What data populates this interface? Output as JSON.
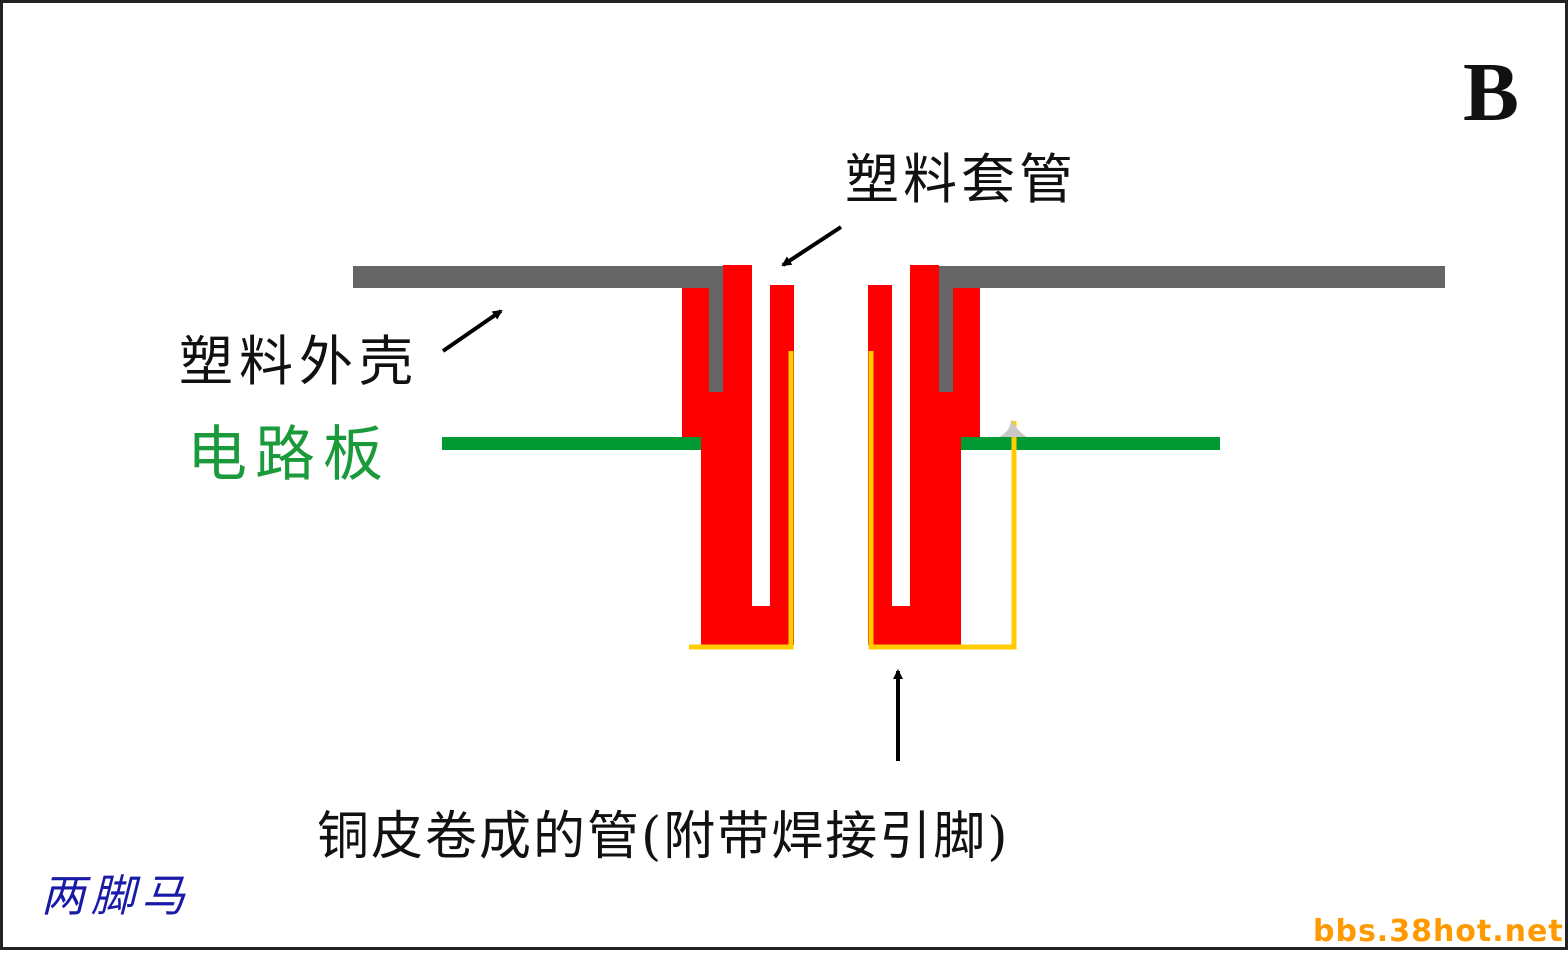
{
  "panel_letter": "B",
  "labels": {
    "sleeve": "塑料套管",
    "shell": "塑料外壳",
    "pcb": "电路板",
    "tube": "铜皮卷成的管(附带焊接引脚)",
    "signature": "两脚马",
    "watermark": "bbs.38hot.net"
  },
  "colors": {
    "shell": "#666666",
    "tube": "#ff0000",
    "pcb": "#009933",
    "lead": "#ffcc00",
    "pcb_label": "#1a9a3a",
    "signature": "#1a1aa8",
    "watermark": "#ff9900",
    "arrow": "#000000"
  }
}
